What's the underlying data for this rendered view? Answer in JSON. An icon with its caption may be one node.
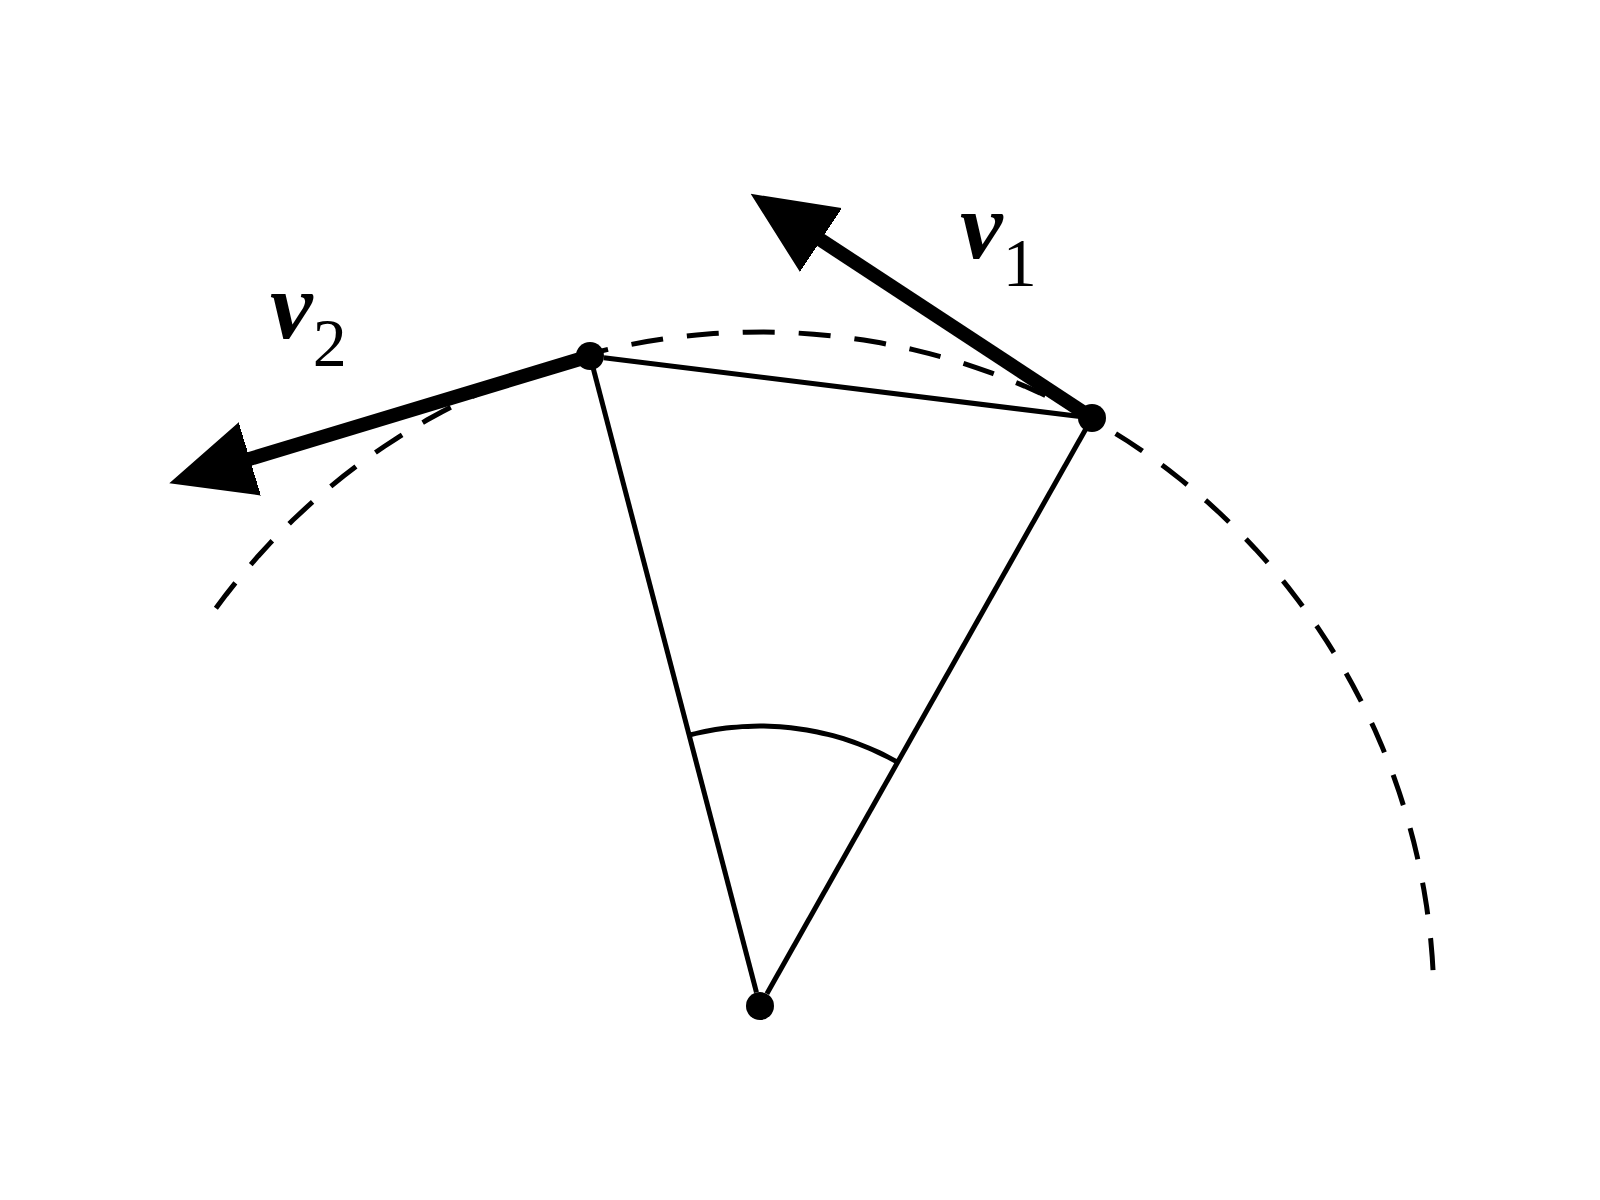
{
  "diagram": {
    "nodes": [
      {
        "text": [],
        "shape": "circle"
      },
      {
        "text": [],
        "shape": "circle"
      },
      {
        "text": [],
        "shape": "circle"
      }
    ],
    "edges": [
      {
        "from": 0,
        "to": 1,
        "arrow": "none"
      },
      {
        "from": 0,
        "to": 2,
        "arrow": "none"
      },
      {
        "from": 1,
        "to": 2,
        "arrow": "none"
      }
    ],
    "labels": [
      "**v**$_{1}$",
      "**v**$_{2}$"
    ]
  }
}
